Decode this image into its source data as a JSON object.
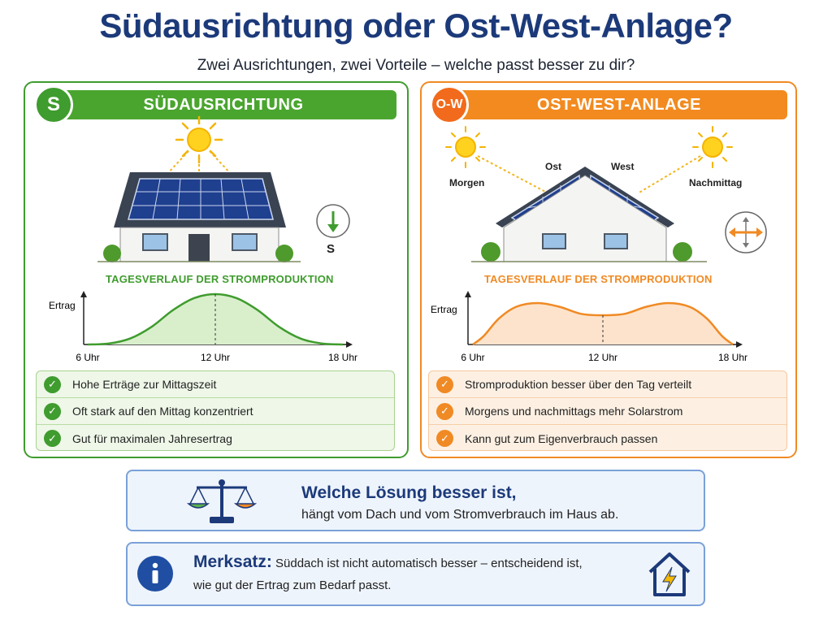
{
  "title": "Südausrichtung oder Ost-West-Anlage?",
  "subtitle": "Zwei Ausrichtungen, zwei Vorteile – welche passt besser zu dir?",
  "south": {
    "badge": "S",
    "heading": "SÜDAUSRICHTUNG",
    "compass_label": "S",
    "chart_title": "TAGESVERLAUF DER STROMPRODUKTION",
    "features": [
      "Hohe Erträge zur Mittagszeit",
      "Oft stark auf den Mittag konzentriert",
      "Gut für maximalen Jahresertrag"
    ],
    "color": "#3f9c2e"
  },
  "eastwest": {
    "badge": "O-W",
    "heading": "OST-WEST-ANLAGE",
    "label_morning": "Morgen",
    "label_east": "Ost",
    "label_west": "West",
    "label_afternoon": "Nachmittag",
    "chart_title": "TAGESVERLAUF DER STROMPRODUKTION",
    "features": [
      "Stromproduktion besser über den Tag verteilt",
      "Morgens und nachmittags mehr Solarstrom",
      "Kann gut zum Eigenverbrauch passen"
    ],
    "color": "#f08a24"
  },
  "chart_data": [
    {
      "type": "area",
      "ylabel": "Ertrag",
      "xticks": [
        "6 Uhr",
        "12 Uhr",
        "18 Uhr"
      ],
      "x": [
        6,
        12,
        18
      ],
      "xlim": [
        6,
        18
      ],
      "curve": [
        [
          6,
          0.0
        ],
        [
          7,
          0.02
        ],
        [
          8,
          0.12
        ],
        [
          9,
          0.35
        ],
        [
          10,
          0.68
        ],
        [
          11,
          0.92
        ],
        [
          12,
          1.0
        ],
        [
          13,
          0.92
        ],
        [
          14,
          0.68
        ],
        [
          15,
          0.35
        ],
        [
          16,
          0.12
        ],
        [
          17,
          0.02
        ],
        [
          18,
          0.0
        ]
      ],
      "marker_x": 12,
      "color": "#3f9c2e",
      "fill": "#d9efcc"
    },
    {
      "type": "area",
      "ylabel": "Ertrag",
      "xticks": [
        "6 Uhr",
        "12 Uhr",
        "18 Uhr"
      ],
      "x": [
        6,
        12,
        18
      ],
      "xlim": [
        6,
        18
      ],
      "curve": [
        [
          6,
          0.0
        ],
        [
          6.5,
          0.18
        ],
        [
          7.2,
          0.55
        ],
        [
          8,
          0.8
        ],
        [
          9,
          0.88
        ],
        [
          10,
          0.8
        ],
        [
          11,
          0.65
        ],
        [
          12,
          0.62
        ],
        [
          13,
          0.65
        ],
        [
          14,
          0.8
        ],
        [
          15,
          0.88
        ],
        [
          16,
          0.8
        ],
        [
          16.8,
          0.55
        ],
        [
          17.5,
          0.18
        ],
        [
          18,
          0.0
        ]
      ],
      "marker_x": 12,
      "color": "#f08a24",
      "fill": "#fde3cc"
    }
  ],
  "conclusion": {
    "title": "Welche Lösung besser ist,",
    "text": "hängt vom Dach und vom Stromverbrauch im Haus ab."
  },
  "merksatz": {
    "label": "Merksatz:",
    "line1": "Süddach ist nicht automatisch besser – entscheidend ist,",
    "line2": "wie gut der Ertrag zum Bedarf passt."
  }
}
